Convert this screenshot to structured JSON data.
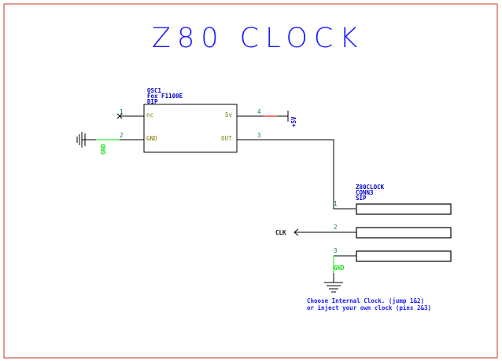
{
  "title": "Z80 CLOCK",
  "oscillator": {
    "reference": "OSC1",
    "value": "Fox F1100E",
    "footprint": "DIP",
    "pins": [
      {
        "number": "1",
        "name": "nc"
      },
      {
        "number": "2",
        "name": "GND"
      },
      {
        "number": "3",
        "name": "OUT"
      },
      {
        "number": "4",
        "name": "5v"
      }
    ]
  },
  "connector": {
    "reference": "Z80CLOCK",
    "value": "CONN3",
    "footprint": "SIP",
    "pins": [
      {
        "number": "1"
      },
      {
        "number": "2"
      },
      {
        "number": "3"
      }
    ]
  },
  "power_labels": {
    "vcc": "+5V",
    "gnd_left": "GND",
    "gnd_right": "GND"
  },
  "net_labels": {
    "clk": "CLK"
  },
  "note": {
    "line1": "Choose Internal Clock. (jump 1&2)",
    "line2": "or inject your own clock (pins 2&3)"
  },
  "colors": {
    "wire": "#000000",
    "ground_wire": "#33ee33",
    "power_wire": "#ee2222",
    "title": "#1a1aff",
    "border": "#c0392b"
  }
}
